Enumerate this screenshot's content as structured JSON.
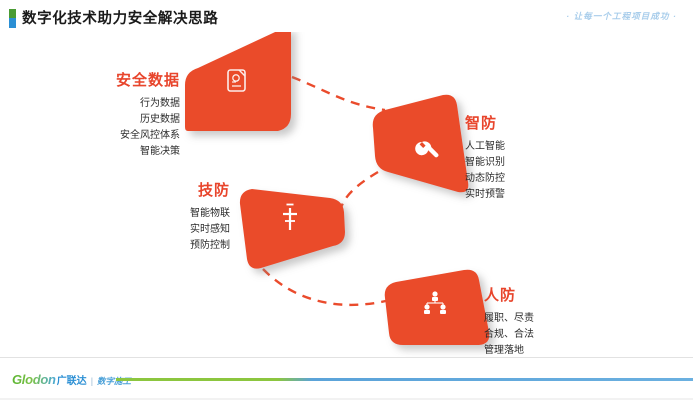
{
  "header": {
    "title": "数字化技术助力安全解决思路",
    "tagline": "· 让每一个工程项目成功 ·",
    "marker_top_color": "#4a9b34",
    "marker_bottom_color": "#2b8fd4"
  },
  "theme": {
    "accent": "#e8452c",
    "shape_fill": "#ea4b2c",
    "heading_color": "#e8452c",
    "item_color": "#2b2b2b",
    "connector_color": "#ea4b2c"
  },
  "nodes": [
    {
      "id": "anquan-shuju",
      "heading": "安全数据",
      "icon": "data-document-icon",
      "align": "right",
      "items": [
        "行为数据",
        "历史数据",
        "安全风控体系",
        "智能决策"
      ]
    },
    {
      "id": "zhifang",
      "heading": "智防",
      "icon": "wrench-icon",
      "align": "left",
      "items": [
        "人工智能",
        "智能识别",
        "动态防控",
        "实时预警"
      ]
    },
    {
      "id": "jifang",
      "heading": "技防",
      "icon": "antenna-sensor-icon",
      "align": "right",
      "items": [
        "智能物联",
        "实时感知",
        "预防控制"
      ]
    },
    {
      "id": "renfang",
      "heading": "人防",
      "icon": "org-people-icon",
      "align": "left",
      "items": [
        "履职、尽责",
        "合规、合法",
        "管理落地"
      ]
    }
  ],
  "footer": {
    "logo_en": "Glodon",
    "logo_cn": "广联达",
    "separator": "|",
    "logo_sub": "数字施工"
  }
}
